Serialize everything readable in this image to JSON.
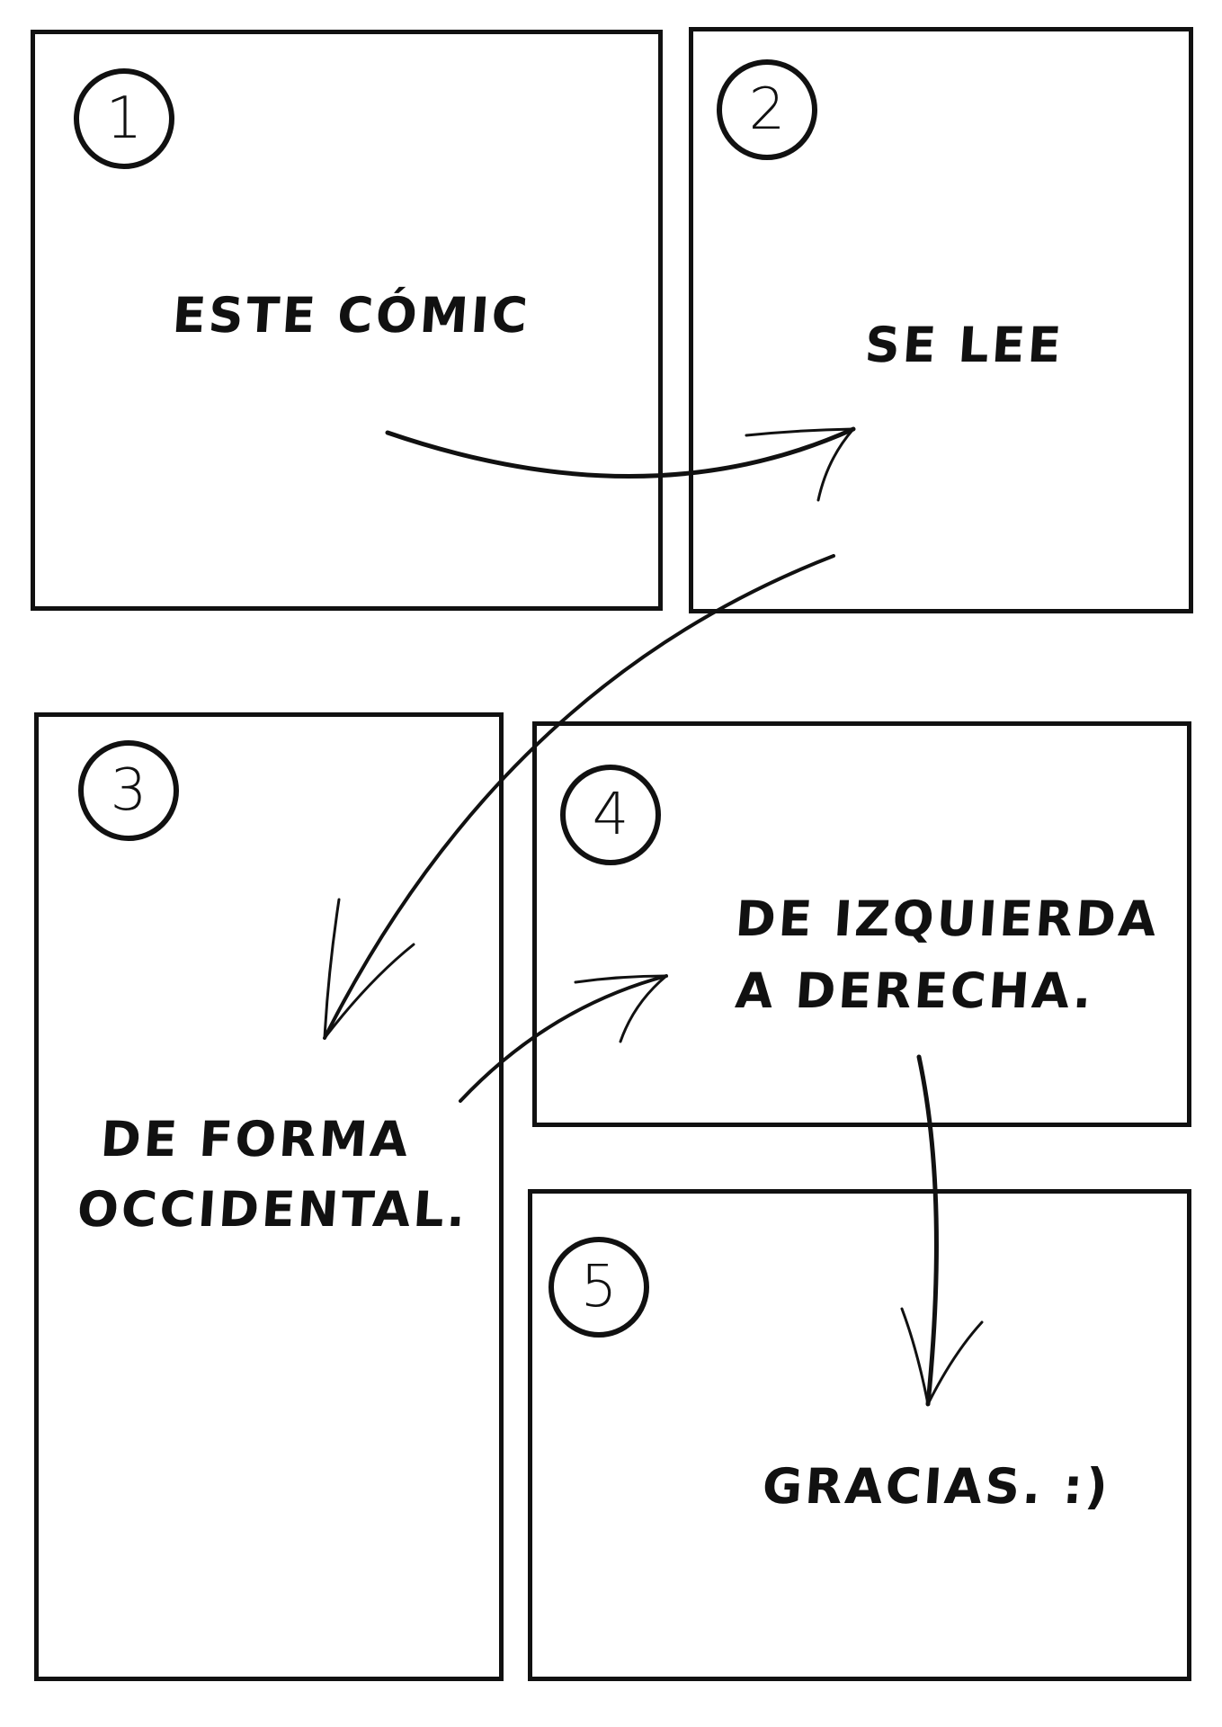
{
  "panels": [
    {
      "number": "1",
      "text": "ESTE CÓMIC"
    },
    {
      "number": "2",
      "text": "SE LEE"
    },
    {
      "number": "3",
      "lines": [
        "DE FORMA",
        "OCCIDENTAL."
      ]
    },
    {
      "number": "4",
      "lines": [
        "DE IZQUIERDA",
        "A DERECHA."
      ]
    },
    {
      "number": "5",
      "text": "GRACIAS. :)"
    }
  ],
  "colors": {
    "ink": "#111111",
    "paper": "#ffffff"
  }
}
